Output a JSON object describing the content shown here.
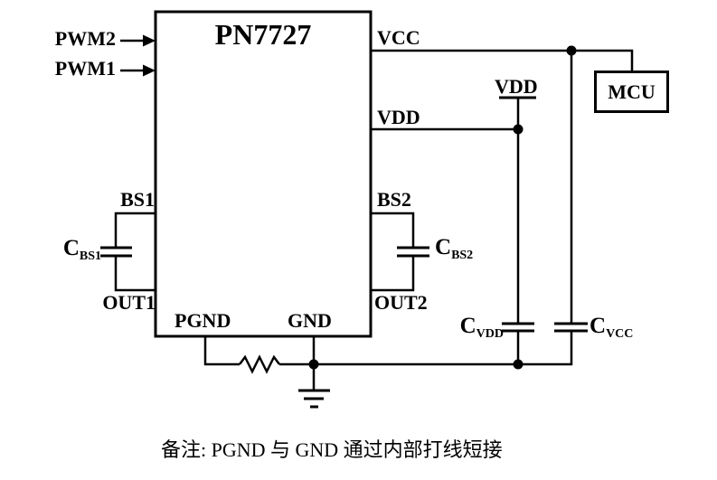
{
  "ic": {
    "title": "PN7727"
  },
  "pins": {
    "pwm2": "PWM2",
    "pwm1": "PWM1",
    "bs1": "BS1",
    "out1": "OUT1",
    "pgnd": "PGND",
    "gnd": "GND",
    "vcc": "VCC",
    "vdd": "VDD",
    "bs2": "BS2",
    "out2": "OUT2"
  },
  "supply": {
    "vdd_rail": "VDD"
  },
  "capacitors": {
    "cbs1": {
      "symbol": "C",
      "sub": "BS1"
    },
    "cbs2": {
      "symbol": "C",
      "sub": "BS2"
    },
    "cvdd": {
      "symbol": "C",
      "sub": "VDD"
    },
    "cvcc": {
      "symbol": "C",
      "sub": "VCC"
    }
  },
  "mcu": {
    "label": "MCU"
  },
  "note": "备注: PGND 与 GND 通过内部打线短接",
  "colors": {
    "line": "#000000",
    "background": "#ffffff",
    "text": "#000000"
  }
}
